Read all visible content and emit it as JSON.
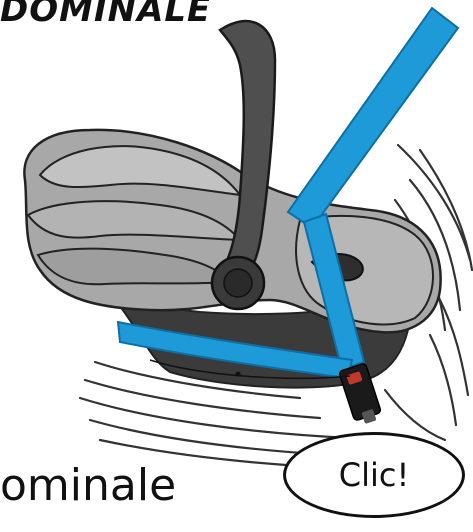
{
  "heading": {
    "text": "DOMINALE"
  },
  "caption": {
    "text": "ominale"
  },
  "bubble": {
    "text": "Clic!"
  },
  "illustration": {
    "subject": "infant car seat secured with a vehicle belt",
    "colors": {
      "belt": "#1e9ad8",
      "belt_edge": "#0d6fa3",
      "shell_grey": "#a9a9a9",
      "shell_light": "#c4c4c4",
      "shell_dark": "#3f3f3f",
      "handle": "#555555",
      "buckle": "#1a1a1a",
      "buckle_red": "#c0392b",
      "outline": "#222222"
    }
  }
}
